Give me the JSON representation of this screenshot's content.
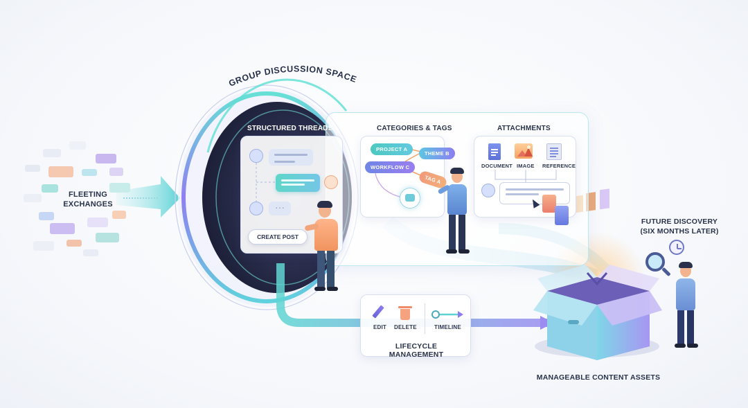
{
  "labels": {
    "fleeting_exchanges": "FLEETING\nEXCHANGES",
    "group_discussion_space": "GROUP DISCUSSION SPACE",
    "structured_threads": "STRUCTURED THREADS",
    "categories_tags": "CATEGORIES & TAGS",
    "attachments": "ATTACHMENTS",
    "future_discovery": "FUTURE DISCOVERY\n(SIX MONTHS LATER)",
    "lifecycle_management": "LIFECYCLE MANAGEMENT",
    "manageable_content_assets": "MANAGEABLE CONTENT ASSETS"
  },
  "threads": {
    "create_post": "CREATE POST"
  },
  "tags": {
    "project_a": "PROJECT A",
    "theme_b": "THEME B",
    "workflow_c": "WORKFLOW C",
    "tag_a": "TAG A"
  },
  "attachments": {
    "document": "DOCUMENT",
    "image": "IMAGE",
    "reference": "REFERENCE"
  },
  "lifecycle": {
    "edit": "EDIT",
    "delete": "DELETE",
    "timeline": "TIMELINE"
  },
  "colors": {
    "teal": "#4fd1c5",
    "purple": "#8b7cf0",
    "orange": "#f4a261",
    "dark_portal": "#2c2f4f"
  }
}
